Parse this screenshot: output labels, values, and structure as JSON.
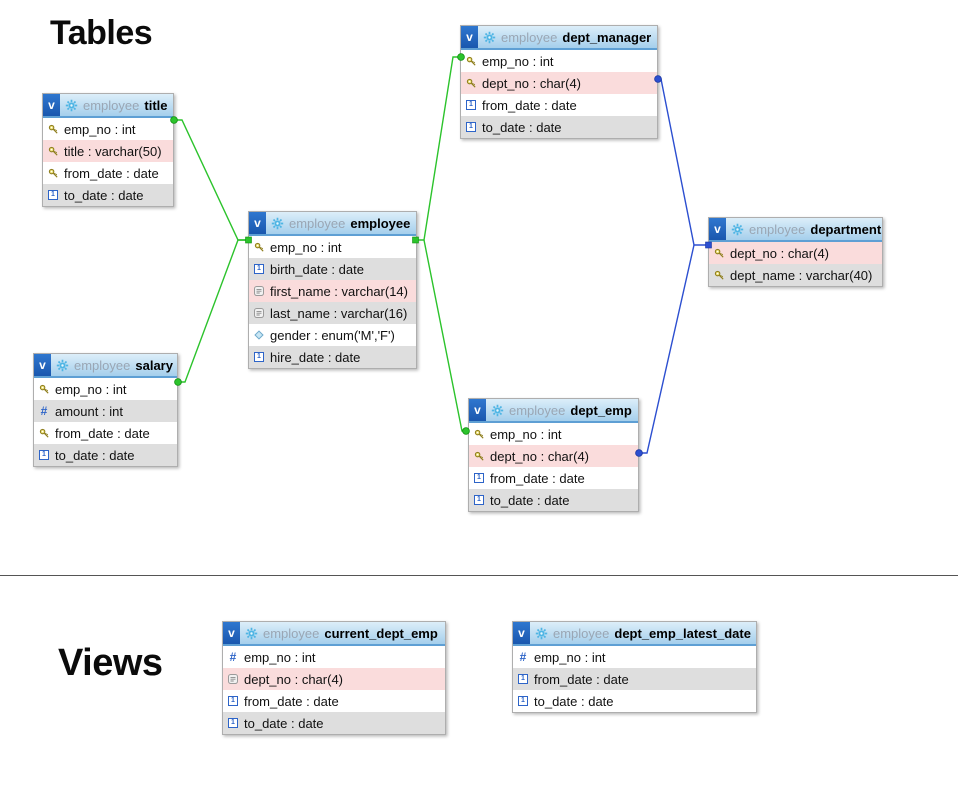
{
  "headings": {
    "tables": "Tables",
    "views": "Views"
  },
  "header_badge": "v",
  "colors": {
    "relation_green": "#2cc32c",
    "relation_blue": "#2c4fd0",
    "row_gray": "#dedede",
    "row_pink": "#fadcdc",
    "header_blue": "#a5cfec",
    "badge_blue": "#1a57ae"
  },
  "tables": [
    {
      "schema": "employee",
      "name": "title",
      "fields": [
        {
          "icon": "key",
          "text": "emp_no : int",
          "bg": "white"
        },
        {
          "icon": "key",
          "text": "title : varchar(50)",
          "bg": "pink"
        },
        {
          "icon": "key",
          "text": "from_date : date",
          "bg": "white"
        },
        {
          "icon": "date",
          "text": "to_date : date",
          "bg": "gray"
        }
      ]
    },
    {
      "schema": "employee",
      "name": "dept_manager",
      "fields": [
        {
          "icon": "key",
          "text": "emp_no : int",
          "bg": "white"
        },
        {
          "icon": "key",
          "text": "dept_no : char(4)",
          "bg": "pink"
        },
        {
          "icon": "date",
          "text": "from_date : date",
          "bg": "white"
        },
        {
          "icon": "date",
          "text": "to_date : date",
          "bg": "gray"
        }
      ]
    },
    {
      "schema": "employee",
      "name": "employee",
      "fields": [
        {
          "icon": "key",
          "text": "emp_no : int",
          "bg": "white"
        },
        {
          "icon": "date",
          "text": "birth_date : date",
          "bg": "gray"
        },
        {
          "icon": "text",
          "text": "first_name : varchar(14)",
          "bg": "pink"
        },
        {
          "icon": "text",
          "text": "last_name : varchar(16)",
          "bg": "gray"
        },
        {
          "icon": "enum",
          "text": "gender : enum('M','F')",
          "bg": "white"
        },
        {
          "icon": "date",
          "text": "hire_date : date",
          "bg": "gray"
        }
      ]
    },
    {
      "schema": "employee",
      "name": "department",
      "fields": [
        {
          "icon": "key",
          "text": "dept_no : char(4)",
          "bg": "pink"
        },
        {
          "icon": "key",
          "text": "dept_name : varchar(40)",
          "bg": "gray"
        }
      ]
    },
    {
      "schema": "employee",
      "name": "salary",
      "fields": [
        {
          "icon": "key",
          "text": "emp_no : int",
          "bg": "white"
        },
        {
          "icon": "hash",
          "text": "amount : int",
          "bg": "gray"
        },
        {
          "icon": "key",
          "text": "from_date : date",
          "bg": "white"
        },
        {
          "icon": "date",
          "text": "to_date : date",
          "bg": "gray"
        }
      ]
    },
    {
      "schema": "employee",
      "name": "dept_emp",
      "fields": [
        {
          "icon": "key",
          "text": "emp_no : int",
          "bg": "white"
        },
        {
          "icon": "key",
          "text": "dept_no : char(4)",
          "bg": "pink"
        },
        {
          "icon": "date",
          "text": "from_date : date",
          "bg": "white"
        },
        {
          "icon": "date",
          "text": "to_date : date",
          "bg": "gray"
        }
      ]
    },
    {
      "schema": "employee",
      "name": "current_dept_emp",
      "fields": [
        {
          "icon": "hash",
          "text": "emp_no : int",
          "bg": "white"
        },
        {
          "icon": "text",
          "text": "dept_no : char(4)",
          "bg": "pink"
        },
        {
          "icon": "date",
          "text": "from_date : date",
          "bg": "white"
        },
        {
          "icon": "date",
          "text": "to_date : date",
          "bg": "gray"
        }
      ]
    },
    {
      "schema": "employee",
      "name": "dept_emp_latest_date",
      "fields": [
        {
          "icon": "hash",
          "text": "emp_no : int",
          "bg": "white"
        },
        {
          "icon": "date",
          "text": "from_date : date",
          "bg": "gray"
        },
        {
          "icon": "date",
          "text": "to_date : date",
          "bg": "white"
        }
      ]
    }
  ],
  "relationships": [
    {
      "from": "title",
      "to": "employee",
      "color": "green"
    },
    {
      "from": "salary",
      "to": "employee",
      "color": "green"
    },
    {
      "from": "employee",
      "to": "dept_manager",
      "color": "green"
    },
    {
      "from": "employee",
      "to": "dept_emp",
      "color": "green"
    },
    {
      "from": "dept_manager",
      "to": "department",
      "color": "blue"
    },
    {
      "from": "dept_emp",
      "to": "department",
      "color": "blue"
    }
  ]
}
